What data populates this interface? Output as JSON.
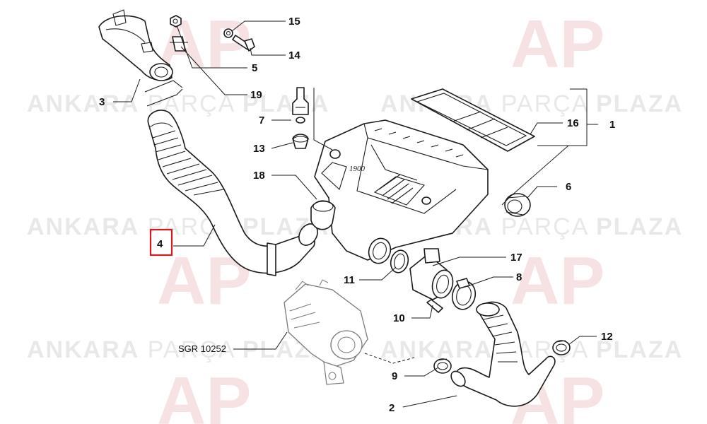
{
  "watermark": {
    "brand_left": "ANKARA",
    "brand_mid": "PARÇA",
    "brand_right": "PLAZA",
    "logo_glyph": "AP"
  },
  "diagram_code": "SGR 10252",
  "highlight_color": "#d71920",
  "callouts": [
    "1",
    "2",
    "3",
    "4",
    "5",
    "6",
    "7",
    "8",
    "9",
    "10",
    "11",
    "12",
    "13",
    "14",
    "15",
    "16",
    "17",
    "18",
    "19"
  ]
}
